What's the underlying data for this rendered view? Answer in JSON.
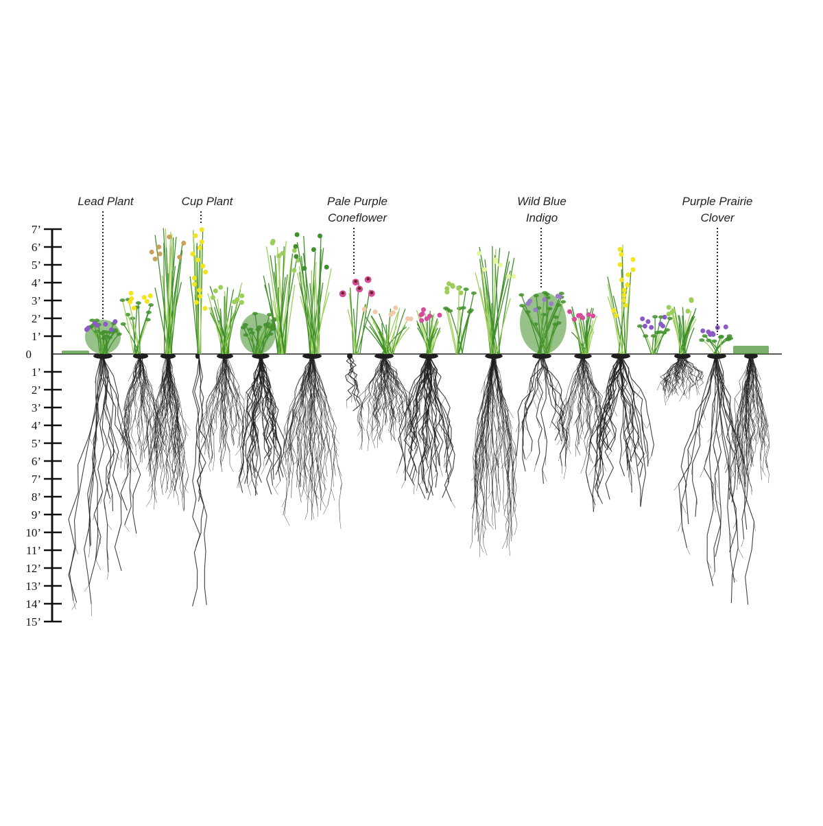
{
  "labels": [
    {
      "id": "lead-plant",
      "lines": [
        "Lead Plant"
      ]
    },
    {
      "id": "cup-plant",
      "lines": [
        "Cup Plant"
      ]
    },
    {
      "id": "pale-purple-coneflower",
      "lines": [
        "Pale Purple",
        "Coneflower"
      ]
    },
    {
      "id": "wild-blue-indigo",
      "lines": [
        "Wild Blue",
        "Indigo"
      ]
    },
    {
      "id": "purple-prairie-clover",
      "lines": [
        "Purple Prairie",
        "Clover"
      ]
    }
  ],
  "scale": {
    "above": [
      "7’",
      "6’",
      "5’",
      "4’",
      "3’",
      "2’",
      "1’"
    ],
    "ground": "0",
    "below": [
      "1’",
      "2’",
      "3’",
      "4’",
      "5’",
      "6’",
      "7’",
      "8’",
      "9’",
      "10’",
      "11’",
      "12’",
      "13’",
      "14’",
      "15’"
    ]
  },
  "colors": {
    "root": "#1f1f1f",
    "leaf": "#3f8f2a",
    "leaf_light": "#9ccf5a",
    "yellow": "#f2e51f",
    "purple": "#8a5bc4",
    "pink": "#d84a9a",
    "tan": "#c9a15a"
  }
}
